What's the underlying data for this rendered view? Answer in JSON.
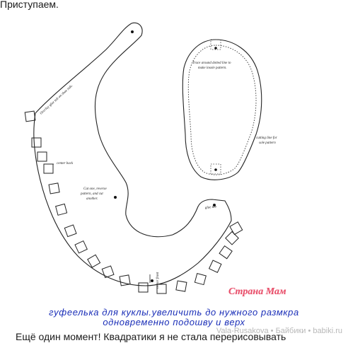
{
  "intro_text": "Приступаем.",
  "pattern": {
    "overlay_label": "Overlay glue tab on shoe side.",
    "center_back_label": "center back",
    "cut_instructions": [
      "Cut one, reverse",
      "pattern, and cut",
      "another."
    ],
    "glue_tab_label": "glue tab",
    "center_front_label": "center front",
    "insole_instructions": [
      "Trace around dotted line to",
      "make insole pattern."
    ],
    "sole_instructions": [
      "cutting line for",
      "sole pattern"
    ]
  },
  "caption": {
    "line1": "гуфеелька для куклы.увеличить до нужного размкра",
    "line2": "одновременно подошву и верх"
  },
  "continuation_text": "Ещё один момент! Квадратики я не стала перерисовывать",
  "watermark": {
    "brand": "Страна Мам",
    "credit": "Vala-Rusakova • Байбики • babiki.ru"
  },
  "colors": {
    "caption": "#1b2fb8",
    "brand": "#e8506b"
  }
}
